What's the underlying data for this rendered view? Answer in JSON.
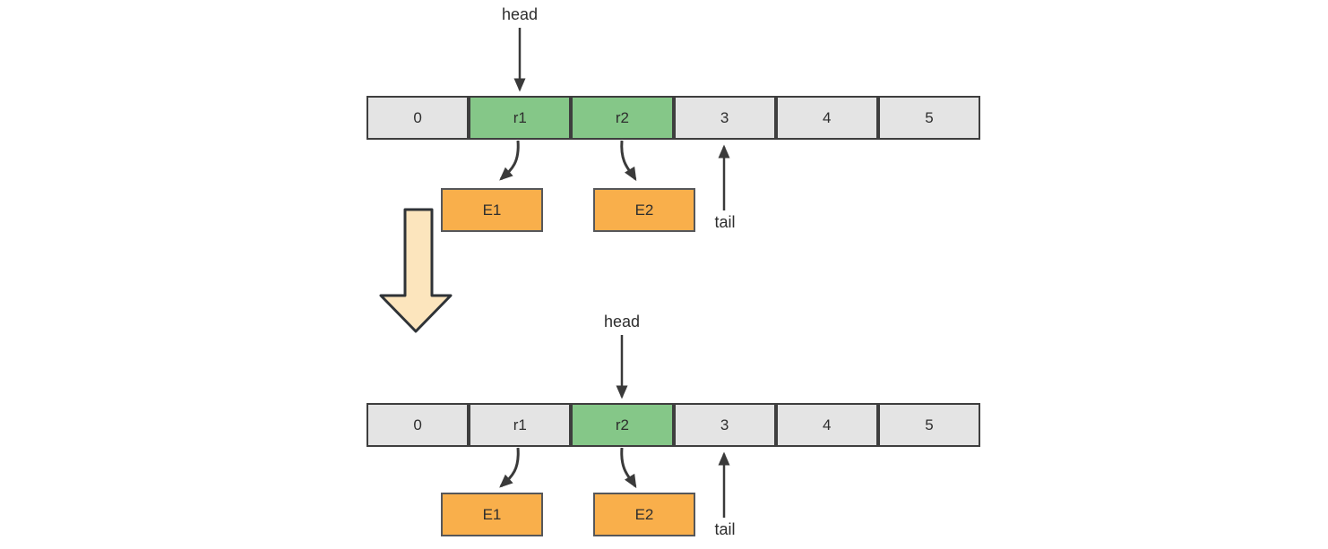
{
  "colors": {
    "background": "#FFFFFF",
    "cell_default_bg": "#E4E4E4",
    "cell_highlight_bg": "#85C788",
    "cell_border": "#3E3E3E",
    "element_box_bg": "#F9AF4B",
    "element_box_border": "#56575A",
    "arrow_stroke": "#3A3A3A",
    "transition_arrow_fill": "#FCE5BD",
    "transition_arrow_border": "#2F3337",
    "text": "#2D2D2D"
  },
  "diagrams": [
    {
      "position": "top",
      "head_label": "head",
      "tail_label": "tail",
      "cells": [
        {
          "label": "0",
          "state": "normal"
        },
        {
          "label": "r1",
          "state": "highlighted"
        },
        {
          "label": "r2",
          "state": "highlighted"
        },
        {
          "label": "3",
          "state": "normal"
        },
        {
          "label": "4",
          "state": "normal"
        },
        {
          "label": "5",
          "state": "normal"
        }
      ],
      "elements": [
        {
          "label": "E1"
        },
        {
          "label": "E2"
        }
      ]
    },
    {
      "position": "bottom",
      "head_label": "head",
      "tail_label": "tail",
      "cells": [
        {
          "label": "0",
          "state": "normal"
        },
        {
          "label": "r1",
          "state": "normal"
        },
        {
          "label": "r2",
          "state": "highlighted"
        },
        {
          "label": "3",
          "state": "normal"
        },
        {
          "label": "4",
          "state": "normal"
        },
        {
          "label": "5",
          "state": "normal"
        }
      ],
      "elements": [
        {
          "label": "E1"
        },
        {
          "label": "E2"
        }
      ]
    }
  ]
}
